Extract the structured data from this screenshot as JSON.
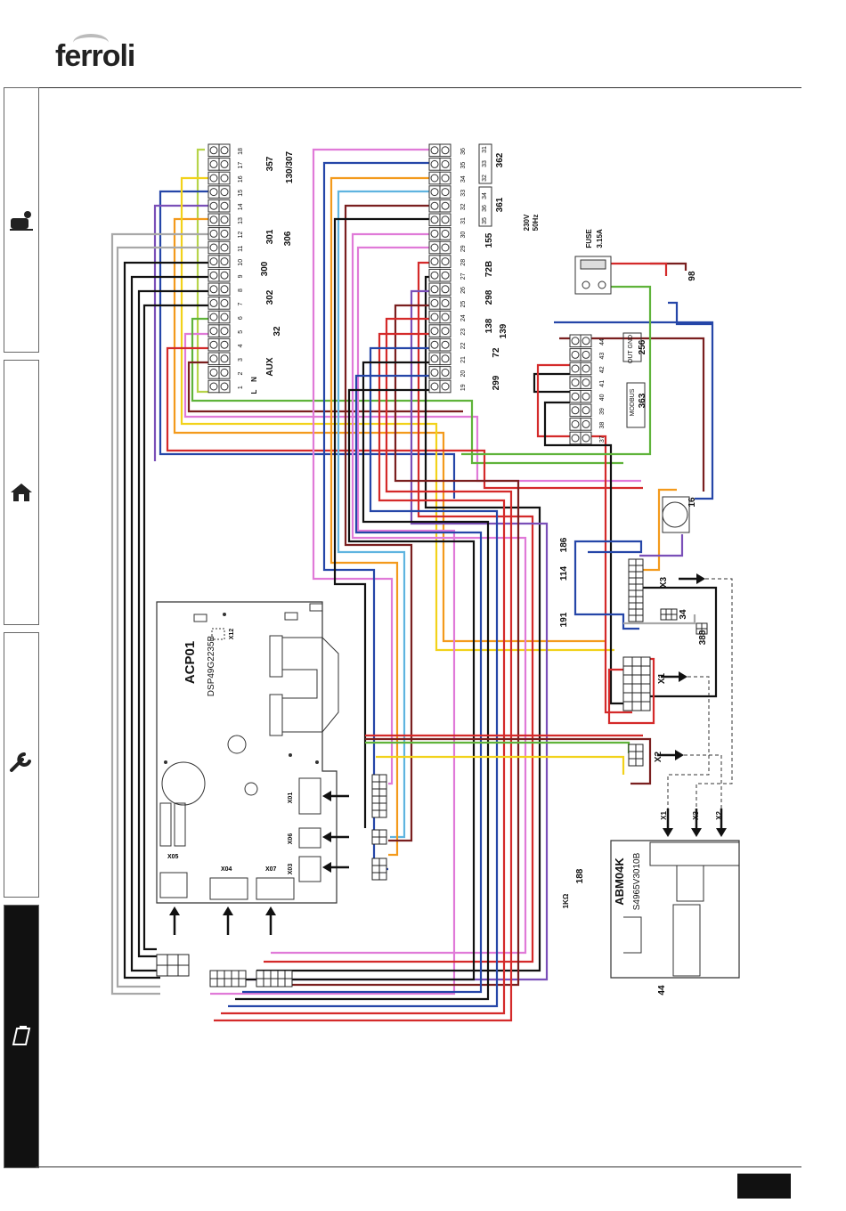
{
  "brand": "ferroli",
  "tabs": [
    {
      "icon": "user-radiator-icon",
      "active": false
    },
    {
      "icon": "house-icon",
      "active": false
    },
    {
      "icon": "wrench-icon",
      "active": false
    },
    {
      "icon": "clipboard-icon",
      "active": true
    }
  ],
  "labels": {
    "aux": "AUX",
    "acp01": "ACP01",
    "acp01_code": "DSP49G2235B",
    "x12": "X12",
    "x01": "X01",
    "x06": "X06",
    "x03": "X03",
    "x05": "X05",
    "x04": "X04",
    "x07": "X07",
    "abm04k": "ABM04K",
    "abm04k_code": "S4965V3010B",
    "x1": "X1",
    "x2": "X2",
    "x3": "X3",
    "fuse": "FUSE",
    "fuse_rating": "3.15A",
    "mains_v": "230V",
    "mains_hz": "50Hz",
    "out_gnd": "OUT GND",
    "modbus": "MODBUS",
    "ohm": "1KΩ",
    "n": "N",
    "l": "L"
  },
  "components": {
    "c357": "357",
    "c130_307": "130/307",
    "c301": "301",
    "c306": "306",
    "c300": "300",
    "c302": "302",
    "c32": "32",
    "c362": "362",
    "c361": "361",
    "c155": "155",
    "c72b": "72B",
    "c298": "298",
    "c138": "138",
    "c139": "139",
    "c72": "72",
    "c299": "299",
    "c98": "98",
    "c256": "256",
    "c363": "363",
    "c16": "16",
    "c186": "186",
    "c114": "114",
    "c191": "191",
    "c34": "34",
    "c388": "388",
    "c188": "188",
    "c44": "44"
  },
  "terminal_numbers_left": [
    "18",
    "17",
    "16",
    "15",
    "14",
    "13",
    "12",
    "11",
    "10",
    "9",
    "8",
    "7",
    "6",
    "5",
    "4",
    "3",
    "2",
    "1"
  ],
  "terminal_numbers_mid": [
    "36",
    "35",
    "34",
    "33",
    "32",
    "31",
    "30",
    "29",
    "28",
    "27",
    "26",
    "25",
    "24",
    "23",
    "22",
    "21",
    "20",
    "19"
  ],
  "terminal_numbers_right": [
    "44",
    "43",
    "42",
    "41",
    "40",
    "39",
    "38",
    "37"
  ],
  "block_362_nums": [
    "31",
    "33",
    "32"
  ],
  "block_361_nums": [
    "34",
    "36",
    "35"
  ],
  "wire_colors": {
    "black": "#111111",
    "brown": "#7a1f1f",
    "red": "#d42a2a",
    "orange": "#f39a1c",
    "yellow": "#f2d21a",
    "green": "#5fb33a",
    "blue": "#2546a8",
    "lightblue": "#5fb4e0",
    "purple": "#7a4fb8",
    "pink": "#e07ad8",
    "grey": "#a8a8a8",
    "yellowgreen": "#b7d44a"
  }
}
